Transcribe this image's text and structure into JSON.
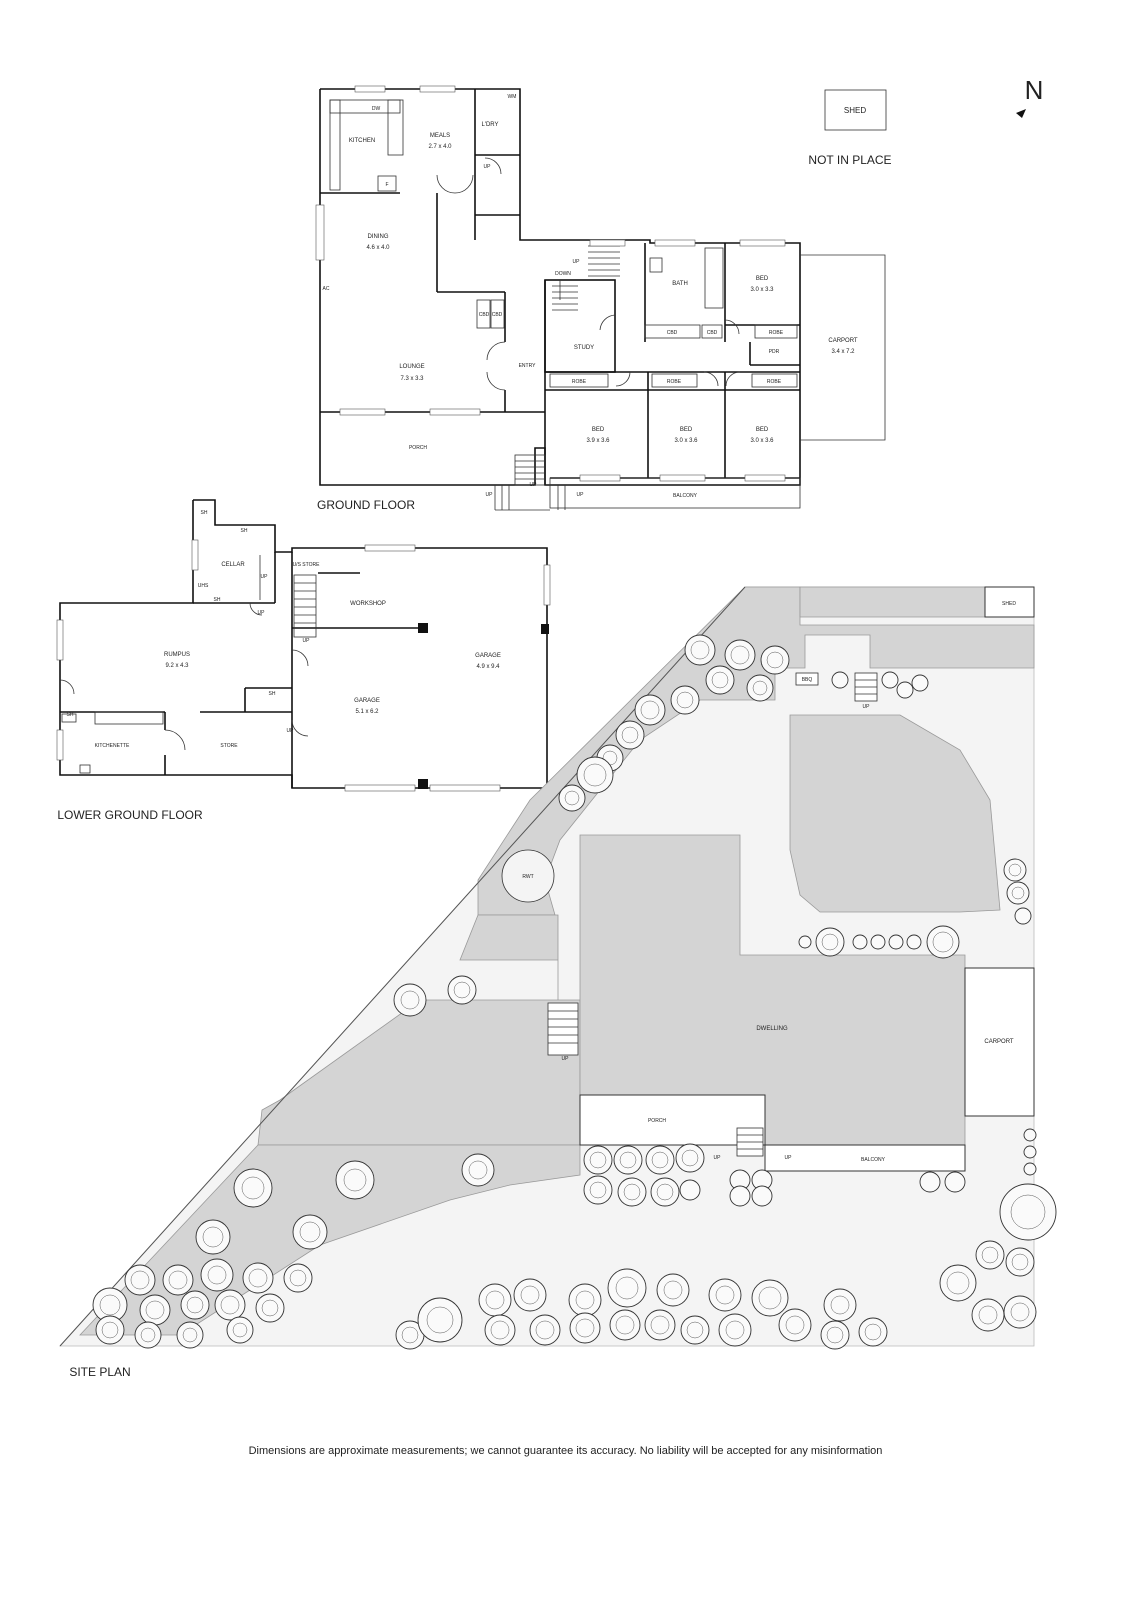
{
  "north": "N",
  "shed_top": {
    "label": "SHED",
    "note": "NOT IN PLACE"
  },
  "ground_floor": {
    "title": "GROUND FLOOR",
    "rooms": {
      "kitchen": "KITCHEN",
      "dw": "DW",
      "f": "F",
      "meals": "MEALS",
      "meals_dim": "2.7 x 4.0",
      "ldry": "L'DRY",
      "wm": "WM",
      "dining": "DINING",
      "dining_dim": "4.6 x 4.0",
      "ac": "AC",
      "lounge": "LOUNGE",
      "lounge_dim": "7.3 x 3.3",
      "porch": "PORCH",
      "entry": "ENTRY",
      "cbd": "CBD",
      "study": "STUDY",
      "robe": "ROBE",
      "bath": "BATH",
      "bed1": "BED",
      "bed1_dim": "3.0 x 3.3",
      "bed2": "BED",
      "bed2_dim": "3.9 x 3.6",
      "bed3": "BED",
      "bed3_dim": "3.0 x 3.6",
      "bed4": "BED",
      "bed4_dim": "3.0 x 3.6",
      "pdr": "PDR",
      "carport": "CARPORT",
      "carport_dim": "3.4 x 7.2",
      "balcony": "BALCONY",
      "up": "UP",
      "down": "DOWN"
    }
  },
  "lower_ground_floor": {
    "title": "LOWER GROUND FLOOR",
    "rooms": {
      "cellar": "CELLAR",
      "sh": "SH",
      "uhs": "UHS",
      "us_store": "U/S STORE",
      "workshop": "WORKSHOP",
      "rumpus": "RUMPUS",
      "rumpus_dim": "9.2 x 4.3",
      "garage_small": "GARAGE",
      "garage_small_dim": "5.1 x 6.2",
      "garage_big": "GARAGE",
      "garage_big_dim": "4.9 x 9.4",
      "kitchenette": "KITCHENETTE",
      "store": "STORE",
      "up": "UP"
    }
  },
  "site_plan": {
    "title": "SITE PLAN",
    "labels": {
      "shed": "SHED",
      "bbq": "BBQ",
      "rwt": "RWT",
      "dwelling": "DWELLING",
      "carport": "CARPORT",
      "porch": "PORCH",
      "balcony": "BALCONY",
      "up": "UP"
    }
  },
  "disclaimer": "Dimensions are approximate measurements; we cannot guarantee its accuracy. No liability will be accepted for any misinformation"
}
